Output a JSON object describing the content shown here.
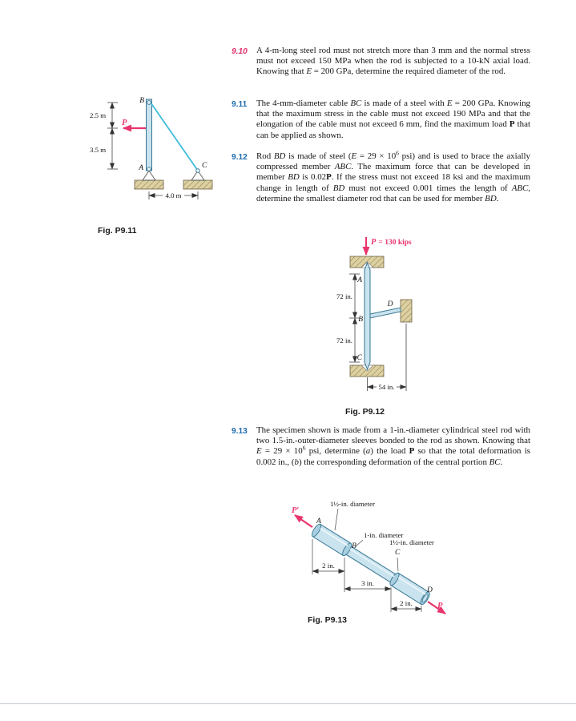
{
  "problems": {
    "p910": {
      "number": "9.10",
      "text": "A 4-m-long steel rod must not stretch more than 3 mm and the normal stress must not exceed 150 MPa when the rod is subjected to a 10-kN axial load. Knowing that <i>E</i> = 200 GPa, determine the required diameter of the rod."
    },
    "p911": {
      "number": "9.11",
      "text": "The 4-mm-diameter cable <i>BC</i> is made of a steel with <i>E</i> = 200 GPa. Knowing that the maximum stress in the cable must not exceed 190 MPa and that the elongation of the cable must not exceed 6 mm, find the maximum load <b>P</b> that can be applied as shown."
    },
    "p912": {
      "number": "9.12",
      "text": "Rod <i>BD</i> is made of steel (<i>E</i> = 29 × 10<sup>6</sup> psi) and is used to brace the axially compressed member <i>ABC</i>. The maximum force that can be developed in member <i>BD</i> is 0.02<b>P</b>. If the stress must not exceed 18 ksi and the maximum change in length of <i>BD</i> must not exceed 0.001 times the length of <i>ABC</i>, determine the smallest diameter rod that can be used for member <i>BD</i>."
    },
    "p913": {
      "number": "9.13",
      "text": "The specimen shown is made from a 1-in.-diameter cylindrical steel rod with two 1.5-in.-outer-diameter sleeves bonded to the rod as shown. Knowing that <i>E</i> = 29 × 10<sup>6</sup> psi, determine (<i>a</i>) the load <b>P</b> so that the total deformation is 0.002 in., (<i>b</i>) the corresponding deformation of the central portion <i>BC</i>."
    }
  },
  "figures": {
    "fig911": {
      "caption": "Fig. P9.11",
      "point_a": "A",
      "point_b": "B",
      "point_c": "C",
      "load": "P",
      "dim_upper": "2.5 m",
      "dim_lower": "3.5 m",
      "dim_base": "4.0 m"
    },
    "fig912": {
      "caption": "Fig. P9.12",
      "load_p": "P",
      "load_eq": "= 130 kips",
      "point_a": "A",
      "point_b": "B",
      "point_c": "C",
      "point_d": "D",
      "dim_ab": "72 in.",
      "dim_bc": "72 in.",
      "dim_bd": "54 in."
    },
    "fig913": {
      "caption": "Fig. P9.13",
      "load_left": "P′",
      "load_right": "P",
      "point_a": "A",
      "point_b": "B",
      "point_c": "C",
      "point_d": "D",
      "diam_ab": "1½-in. diameter",
      "diam_bc": "1-in. diameter",
      "diam_cd": "1½-in. diameter",
      "dim_ab": "2 in.",
      "dim_bc": "3 in.",
      "dim_cd": "2 in."
    }
  },
  "colors": {
    "problem_number_blue": "#1e6cb0",
    "problem_number_red": "#e0346c",
    "load_red": "#e8356d",
    "member_fill": "#c9e3ef",
    "member_stroke": "#35758f",
    "cable": "#3fbcd9",
    "support_fill": "#ddd0a1",
    "support_hatch": "#8d7f52"
  }
}
